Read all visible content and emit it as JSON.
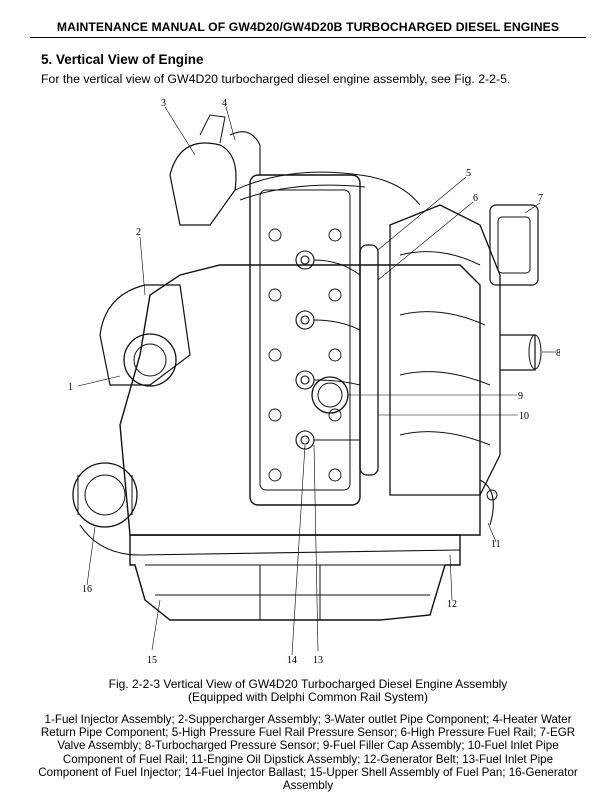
{
  "header": {
    "title": "MAINTENANCE MANUAL OF GW4D20/GW4D20B TURBOCHARGED DIESEL ENGINES"
  },
  "section": {
    "title": "5. Vertical View of Engine",
    "intro": "For the vertical view of GW4D20 turbocharged diesel engine assembly, see Fig. 2-2-5."
  },
  "figure": {
    "callouts": [
      "1",
      "2",
      "3",
      "4",
      "5",
      "6",
      "7",
      "8",
      "9",
      "10",
      "11",
      "12",
      "13",
      "14",
      "15",
      "16"
    ],
    "caption_line1": "Fig. 2-2-3 Vertical View of GW4D20 Turbocharged Diesel Engine Assembly",
    "caption_line2": "(Equipped with Delphi Common Rail System)"
  },
  "legend": {
    "text": "1-Fuel Injector Assembly; 2-Suppercharger Assembly; 3-Water outlet Pipe Component; 4-Heater Water Return Pipe Component; 5-High Pressure Fuel Rail Pressure Sensor; 6-High Pressure Fuel Rail; 7-EGR Valve Assembly; 8-Turbocharged Pressure Sensor; 9-Fuel Filler Cap Assembly; 10-Fuel Inlet Pipe Component of Fuel Rail; 11-Engine Oil Dipstick Assembly; 12-Generator Belt; 13-Fuel Inlet Pipe Component of Fuel Injector; 14-Fuel Injector Ballast; 15-Upper Shell Assembly of Fuel Pan; 16-Generator Assembly"
  }
}
